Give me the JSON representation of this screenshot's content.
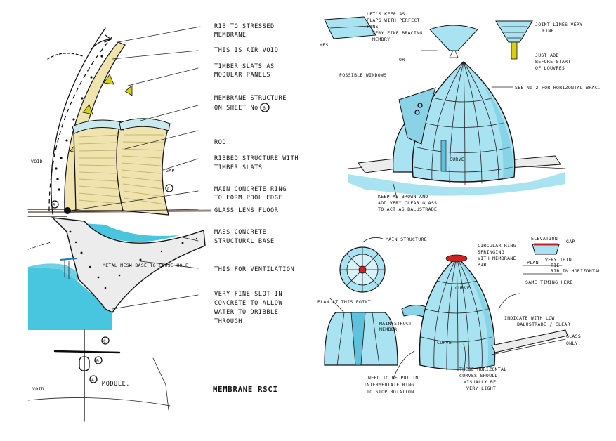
{
  "colors": {
    "water": "#49c6df",
    "glass": "#a9e3f1",
    "glass_deep": "#5fc1dc",
    "timber": "#efe3b0",
    "timber_line": "#c9b56a",
    "concrete": "#ececec",
    "arrow_yellow": "#d8cf10",
    "red_ring": "#cc2222",
    "brown_slot": "#9b8478",
    "ink": "#111111"
  },
  "left_sketch": {
    "annotations": [
      "RIB TO STRESSED",
      "MEMBRANE",
      "THIS IS AIR VOID",
      "TIMBER SLATS AS",
      "MODULAR PANELS",
      "MEMBRANE STRUCTURE",
      "ON SHEET No",
      "ROD",
      "RIBBED STRUCTURE WITH",
      "TIMBER SLATS",
      "MAIN CONCRETE RING",
      "TO FORM POOL EDGE",
      "GLASS LENS FLOOR",
      "MASS CONCRETE",
      "STRUCTURAL BASE",
      "THIS FOR VENTILATION",
      "VERY FINE SLOT IN",
      "CONCRETE TO ALLOW",
      "WATER TO DRIBBLE",
      "THROUGH."
    ],
    "sheet_ref": "6",
    "labels": {
      "void_top": "VOID",
      "void_bottom": "VOID",
      "gap": "GAP",
      "marker_a": "A",
      "marker_b": "B",
      "marker_c": "C",
      "mesh": "METAL MESH BASE TO CLOSE HOLE",
      "module": "MODULE.",
      "membrane_rsci": "MEMBRANE RSCI"
    }
  },
  "top_right": {
    "label_yes": "YES",
    "note_flaps": [
      "LET'S KEEP AS",
      "FLAPS WITH PERFECT",
      "FINS",
      "VERY FINE BRACING",
      "MEMBRY"
    ],
    "label_or": "OR",
    "possible_windows": "POSSIBLE WINDOWS",
    "joint_lines": [
      "JOINT LINES VERY",
      "FINE"
    ],
    "just_add": [
      "JUST ADD",
      "BEFORE START",
      "OF LOUVRES"
    ],
    "see_no2": "SEE No 2 FOR HORIZONTAL BRAC.",
    "curve": "CURVE",
    "keep_brown": [
      "KEEP AS BROWN AND",
      "ADD VERY CLEAR GLASS",
      "TO ACT AS BALUSTRADE"
    ]
  },
  "bottom_right": {
    "main_structure": "MAIN STRUCTURE",
    "plan_at_point": "PLAN AT THIS POINT",
    "main_struct_member": [
      "MAIN STRUCT",
      "MEMBER"
    ],
    "circular_ring": [
      "CIRCULAR RING",
      "SPRINGING",
      "WITH MEMBRANE",
      "RIB"
    ],
    "elevation": "ELEVATION",
    "gap": "GAP",
    "very_thin_tie": [
      "VERY THIN",
      "TIE",
      "RIB IN HORIZONTAL"
    ],
    "plan_label": "PLAN",
    "same_timing": "SAME TIMING HERE",
    "curve_1": "CURVE",
    "curve_2": "CURVE",
    "indicate": [
      "INDICATE WITH LOW",
      "BALUSTRADE / CLEAR",
      "GLASS",
      "ONLY."
    ],
    "need_ring": [
      "NEED TO BE PUT IN",
      "INTERMEDIATE RING",
      "TO STOP ROTATION"
    ],
    "horizontal_curves": [
      "THESE HORIZONTAL",
      "CURVES SHOULD",
      "VISUALLY BE",
      "VERY LIGHT"
    ]
  }
}
